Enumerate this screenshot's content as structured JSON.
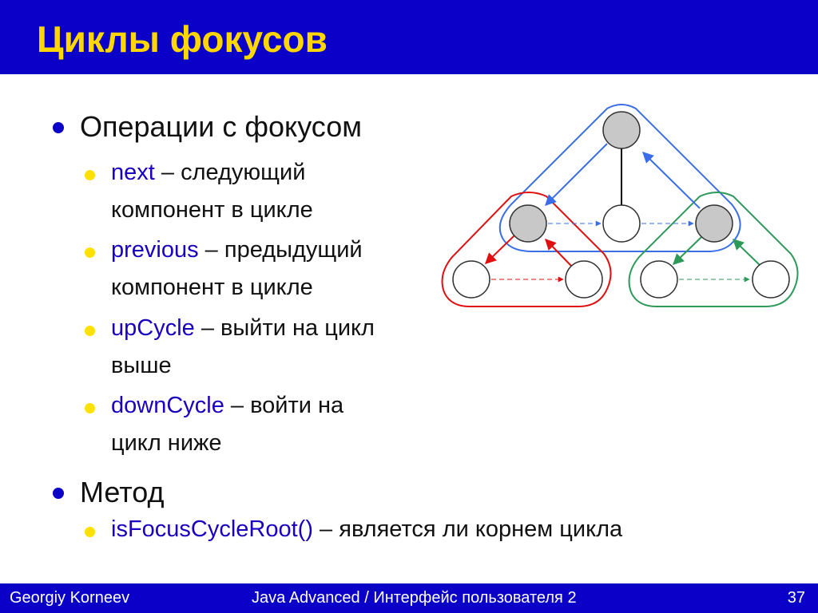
{
  "slide": {
    "title": "Циклы фокусов",
    "bullets": [
      {
        "text": "Операции с фокусом",
        "sub": [
          {
            "kw": "next",
            "line1": " – следующий",
            "line2": "компонент в цикле"
          },
          {
            "kw": "previous",
            "line1": " – предыдущий",
            "line2": "компонент в цикле"
          },
          {
            "kw": "upCycle",
            "line1": " – выйти на цикл",
            "line2": "выше"
          },
          {
            "kw": "downCycle",
            "line1": " – войти на",
            "line2": "цикл ниже"
          }
        ]
      },
      {
        "text": "Метод",
        "sub": [
          {
            "kw": "isFocusCycleRoot()",
            "line1": " – является ли корнем цикла"
          }
        ]
      }
    ]
  },
  "footer": {
    "author": "Georgiy Korneev",
    "course": "Java Advanced / Интерфейс пользователя 2",
    "page": "37"
  },
  "colors": {
    "header_bg": "#0a00c8",
    "title_text": "#ffd700",
    "keyword": "#1a00c0",
    "sub_bullet": "#ffe100",
    "cycle_blue": "#3a6ee8",
    "cycle_red": "#e01010",
    "cycle_green": "#2e9a5a",
    "root_node_fill": "#c8c8c8"
  }
}
